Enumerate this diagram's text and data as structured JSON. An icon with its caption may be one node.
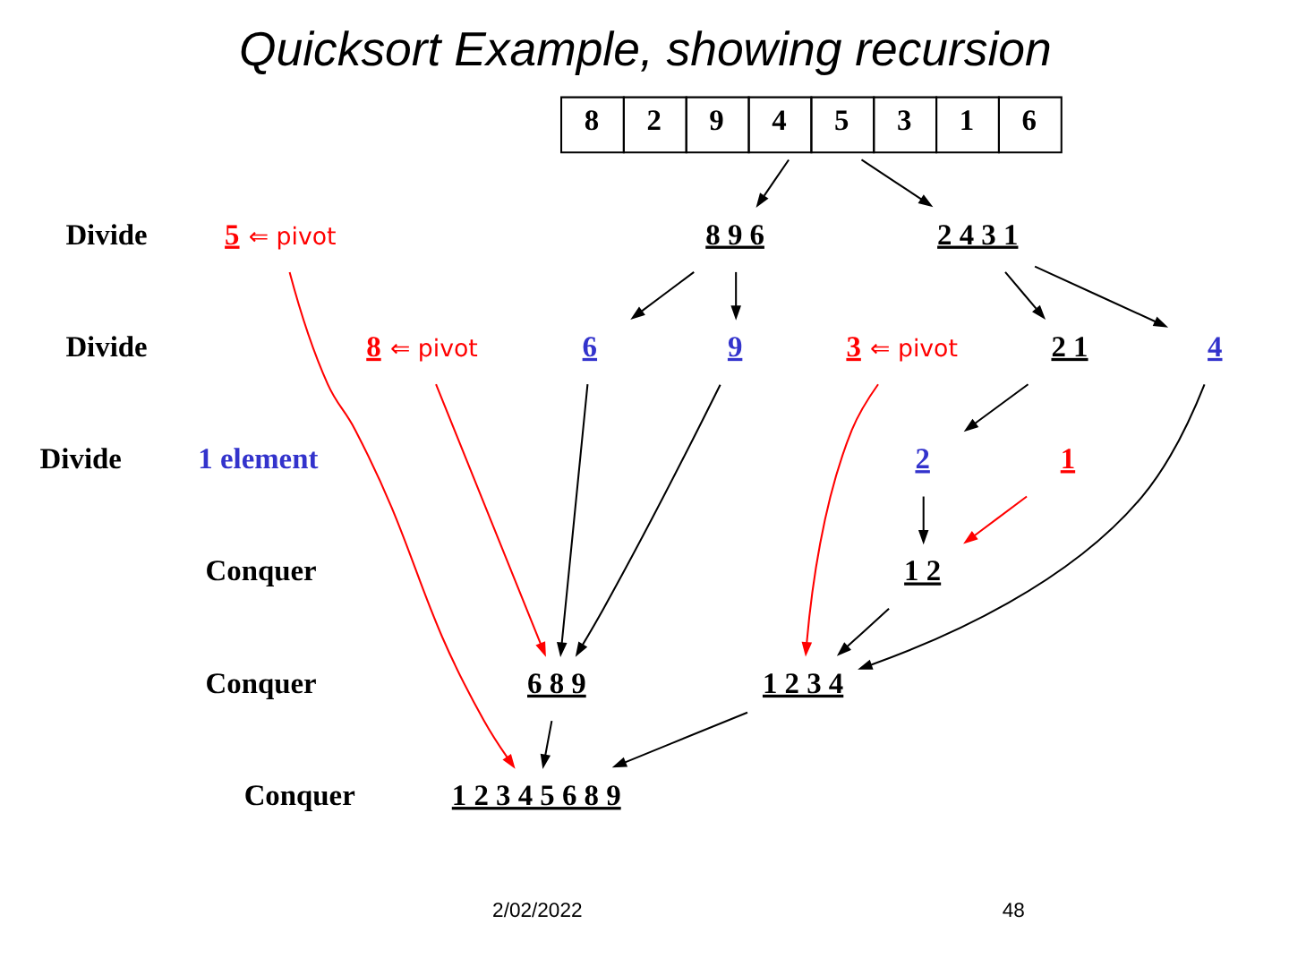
{
  "diagram": {
    "title": "Quicksort Example, showing recursion",
    "nodes": [
      {
        "text": [
          "8 2 9 4 5 3 1 6"
        ]
      },
      {
        "text": [
          "2 4 3 1"
        ]
      },
      {
        "text": [
          "5"
        ],
        "beside": [
          "⇐ pivot"
        ]
      },
      {
        "text": [
          "8 9 6"
        ]
      },
      {
        "text": [
          "2 1"
        ]
      },
      {
        "text": [
          "3"
        ],
        "beside": [
          "⇐ pivot"
        ]
      },
      {
        "text": [
          "4"
        ]
      },
      {
        "text": [
          "6"
        ]
      },
      {
        "text": [
          "8"
        ],
        "beside": [
          "⇐ pivot"
        ]
      },
      {
        "text": [
          "9"
        ]
      },
      {
        "text": [
          "1"
        ]
      },
      {
        "text": [
          "2"
        ]
      },
      {
        "text": [
          "1 2"
        ]
      },
      {
        "text": [
          "1 2 3 4"
        ]
      },
      {
        "text": [
          "6 8 9"
        ]
      },
      {
        "text": [
          "1 2 3 4 5 6 8 9"
        ]
      }
    ],
    "edges": [
      {
        "from": 0,
        "to": 1,
        "arrow": "to"
      },
      {
        "from": 0,
        "to": 3,
        "arrow": "to"
      },
      {
        "from": 1,
        "to": 4,
        "arrow": "to"
      },
      {
        "from": 1,
        "to": 6,
        "arrow": "to"
      },
      {
        "from": 3,
        "to": 7,
        "arrow": "to"
      },
      {
        "from": 3,
        "to": 9,
        "arrow": "to"
      },
      {
        "from": 4,
        "to": 11,
        "arrow": "to"
      },
      {
        "from": 10,
        "to": 12,
        "arrow": "to",
        "color": "#ff0000"
      },
      {
        "from": 11,
        "to": 12,
        "arrow": "to"
      },
      {
        "from": 12,
        "to": 13,
        "arrow": "to"
      },
      {
        "from": 5,
        "to": 13,
        "arrow": "to",
        "color": "#ff0000"
      },
      {
        "from": 6,
        "to": 13,
        "arrow": "to"
      },
      {
        "from": 7,
        "to": 14,
        "arrow": "to"
      },
      {
        "from": 8,
        "to": 14,
        "arrow": "to",
        "color": "#ff0000"
      },
      {
        "from": 9,
        "to": 14,
        "arrow": "to"
      },
      {
        "from": 2,
        "to": 15,
        "arrow": "to",
        "color": "#ff0000"
      },
      {
        "from": 13,
        "to": 15,
        "arrow": "to"
      },
      {
        "from": 14,
        "to": 15,
        "arrow": "to"
      }
    ],
    "labels": [
      "Divide",
      "Divide",
      "Divide",
      "1 element",
      "Conquer",
      "Conquer",
      "Conquer",
      "2/02/2022",
      "48"
    ]
  }
}
